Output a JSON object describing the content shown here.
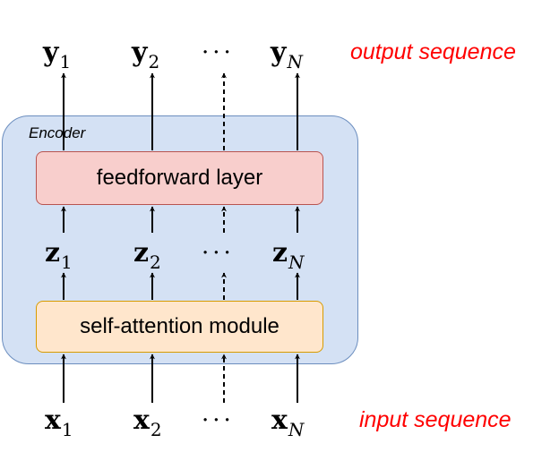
{
  "encoder": {
    "label": "Encoder"
  },
  "boxes": {
    "feedforward": "feedforward layer",
    "self_attention": "self-attention module"
  },
  "outputs": [
    {
      "base": "y",
      "sub": "1"
    },
    {
      "base": "y",
      "sub": "2"
    },
    {
      "base": "y",
      "sub": "N"
    }
  ],
  "intermediates": [
    {
      "base": "z",
      "sub": "1"
    },
    {
      "base": "z",
      "sub": "2"
    },
    {
      "base": "z",
      "sub": "N"
    }
  ],
  "inputs": [
    {
      "base": "x",
      "sub": "1"
    },
    {
      "base": "x",
      "sub": "2"
    },
    {
      "base": "x",
      "sub": "N"
    }
  ],
  "ellipsis": "···",
  "labels": {
    "output_sequence": "output sequence",
    "input_sequence": "input sequence"
  },
  "colors": {
    "encoder_fill": "#d4e1f4",
    "encoder_border": "#6c8ebf",
    "feedforward_fill": "#f8cecc",
    "feedforward_border": "#b85450",
    "self_attention_fill": "#ffe6cc",
    "self_attention_border": "#d79b00",
    "sequence_label": "#ff0000"
  }
}
